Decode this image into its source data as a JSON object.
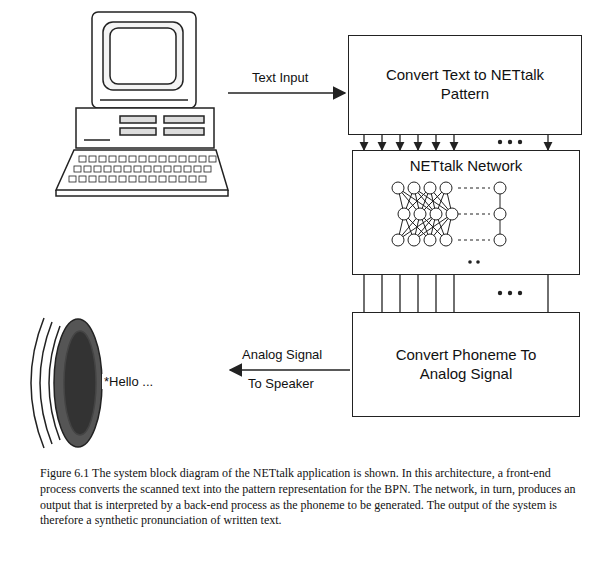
{
  "diagram": {
    "caption": "Figure 6.1 The system block diagram of the NETtalk application is shown. In this architecture, a front-end process converts the scanned text into the pattern representation for the BPN. The network, in turn, produces an output that is interpreted by a back-end process as the phoneme to be generated. The output of the system is therefore a synthetic pronunciation of written text.",
    "nodes": [
      {
        "text": [
          "Convert Text to NETtalk Pattern"
        ]
      },
      {
        "text": [
          "NETtalk Network"
        ]
      },
      {
        "text": [
          "Convert Phoneme To Analog Signal"
        ]
      }
    ],
    "edges": [
      {
        "from": 0,
        "to": 1,
        "arrow": "to"
      },
      {
        "from": 0,
        "to": 1,
        "arrow": "to"
      },
      {
        "from": 0,
        "to": 1,
        "arrow": "to"
      },
      {
        "from": 0,
        "to": 1,
        "arrow": "to"
      },
      {
        "from": 0,
        "to": 1,
        "arrow": "to"
      },
      {
        "from": 0,
        "to": 1,
        "arrow": "to"
      },
      {
        "from": 0,
        "to": 1,
        "arrow": "to"
      },
      {
        "from": 1,
        "to": 2,
        "arrow": "none"
      },
      {
        "from": 1,
        "to": 2,
        "arrow": "none"
      },
      {
        "from": 1,
        "to": 2,
        "arrow": "none"
      },
      {
        "from": 1,
        "to": 2,
        "arrow": "none"
      },
      {
        "from": 1,
        "to": 2,
        "arrow": "none"
      },
      {
        "from": 1,
        "to": 2,
        "arrow": "none"
      },
      {
        "from": 1,
        "to": 2,
        "arrow": "none"
      }
    ],
    "labels": [
      "Text Input",
      "Analog Signal",
      "To Speaker",
      "*Hello ..."
    ]
  }
}
